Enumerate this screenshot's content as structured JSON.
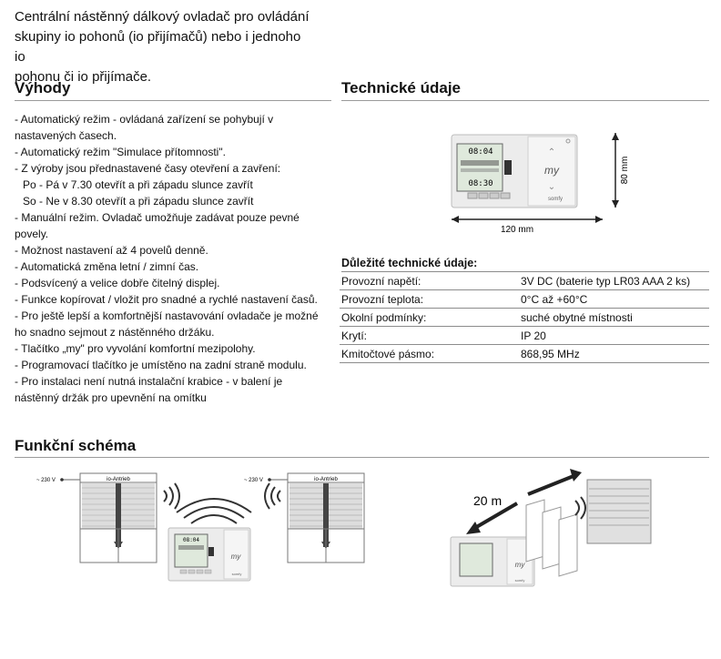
{
  "intro": {
    "lines": [
      "Centrální nástěnný dálkový ovladač pro ovládání",
      "skupiny io pohonů (io přijímačů) nebo i jednoho io",
      "pohonu či io přijímače."
    ]
  },
  "advantages": {
    "heading": "Výhody",
    "lines": [
      "- Automatický režim - ovládaná zařízení se pohybují v",
      "nastavených časech.",
      "- Automatický režim \"Simulace přítomnosti\".",
      "- Z výroby jsou přednastavené časy otevření a zavření:",
      "Po - Pá v 7.30 otevřít a při západu slunce zavřít",
      "So - Ne v 8.30 otevřít a při západu slunce zavřít",
      "- Manuální režim. Ovladač umožňuje zadávat pouze pevné",
      "povely.",
      "- Možnost nastavení až 4 povelů denně.",
      "- Automatická změna letní / zimní čas.",
      "- Podsvícený a velice dobře čitelný displej.",
      "- Funkce kopírovat / vložit pro snadné a rychlé nastavení časů.",
      "- Pro ještě lepší a komfortnější nastavování ovladače je možné",
      "ho snadno sejmout z nástěnného držáku.",
      "- Tlačítko „my\" pro vyvolání komfortní mezipolohy.",
      "- Programovací tlačítko je umístěno na zadní straně modulu.",
      "- Pro instalaci není nutná instalační krabice - v balení je",
      "nástěnný držák pro upevnění na omítku"
    ]
  },
  "technical": {
    "heading": "Technické údaje",
    "width_label": "120 mm",
    "height_label": "80 mm",
    "device": {
      "display_top": "08:04",
      "display_bottom": "08:30",
      "my_button": "my",
      "brand": "somfy"
    },
    "spec_title": "Důležité technické údaje:",
    "specs": [
      {
        "label": "Provozní napětí:",
        "value": "3V DC (baterie typ LR03 AAA 2 ks)"
      },
      {
        "label": "Provozní teplota:",
        "value": "0°C až +60°C"
      },
      {
        "label": "Okolní podmínky:",
        "value": "suché obytné místnosti"
      },
      {
        "label": "Krytí:",
        "value": "IP 20"
      },
      {
        "label": "Kmitočtové pásmo:",
        "value": "868,95 MHz"
      }
    ]
  },
  "schema": {
    "heading": "Funkční schéma",
    "voltage_left": "~ 230 V",
    "voltage_right": "~ 230 V",
    "motor_left": "io-Antrieb",
    "motor_right": "io-Antrieb",
    "range": "20 m",
    "device_display": "08:04",
    "device_my": "my",
    "device_brand": "somfy"
  },
  "colors": {
    "text": "#111111",
    "rule": "#9a9a9a",
    "device_body": "#ececec",
    "display_bg": "#dfe9dc",
    "shutter": "#b4b4b4",
    "arrow": "#222222"
  }
}
